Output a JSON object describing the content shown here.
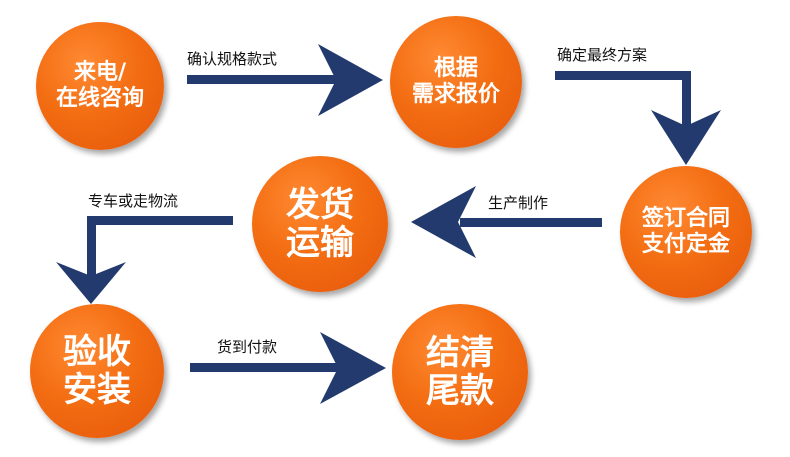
{
  "nodes": [
    {
      "lines": [
        "来电/",
        "在线咨询"
      ]
    },
    {
      "lines": [
        "根据",
        "需求报价"
      ]
    },
    {
      "lines": [
        "签订合同",
        "支付定金"
      ]
    },
    {
      "lines": [
        "发货",
        "运输"
      ]
    },
    {
      "lines": [
        "验收",
        "安装"
      ]
    },
    {
      "lines": [
        "结清",
        "尾款"
      ]
    }
  ],
  "edges": [
    {
      "label": "确认规格款式"
    },
    {
      "label": "确定最终方案"
    },
    {
      "label": "生产制作"
    },
    {
      "label": "专车或走物流"
    },
    {
      "label": "货到付款"
    }
  ],
  "colors": {
    "node": "#f36d12",
    "arrow": "#233a6e",
    "text": "#ffffff",
    "label": "#111111"
  }
}
